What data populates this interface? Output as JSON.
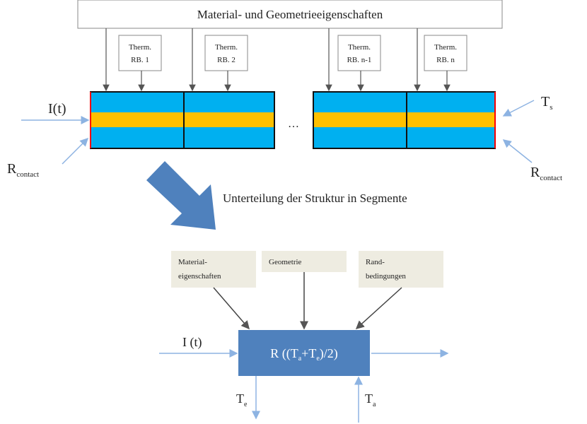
{
  "top": {
    "properties_box": "Material- und Geometrieeigenschaften",
    "therm_boxes": [
      {
        "line1": "Therm.",
        "line2": "RB. 1"
      },
      {
        "line1": "Therm.",
        "line2": "RB. 2"
      },
      {
        "line1": "Therm.",
        "line2": "RB. n-1"
      },
      {
        "line1": "Therm.",
        "line2": "RB. n"
      }
    ],
    "ellipsis": "…",
    "current_label": "I(t)",
    "r_contact_left": {
      "main": "R",
      "sub": "contact"
    },
    "r_contact_right": {
      "main": "R",
      "sub": "contact"
    },
    "temp_right": {
      "main": "T",
      "sub": "s"
    }
  },
  "transition_label": "Unterteilung der Struktur in Segmente",
  "segment": {
    "inputs": [
      {
        "line1": "Material-",
        "line2": "eigenschaften"
      },
      {
        "line1": "Geometrie",
        "line2": ""
      },
      {
        "line1": "Rand-",
        "line2": "bedingungen"
      }
    ],
    "block": {
      "p1": "R ((T",
      "s1": "a",
      "p2": "+T",
      "s2": "e",
      "p3": ")/2)"
    },
    "current_label": "I (t)",
    "temp_out": {
      "main": "T",
      "sub": "e"
    },
    "temp_in": {
      "main": "T",
      "sub": "a"
    }
  },
  "colors": {
    "cyan": "#00B0F0",
    "yellow": "#FFC000",
    "red": "#FF0000",
    "block": "#4F81BD",
    "beige": "#EEECE1",
    "arrow_light": "#8DB3E2"
  }
}
